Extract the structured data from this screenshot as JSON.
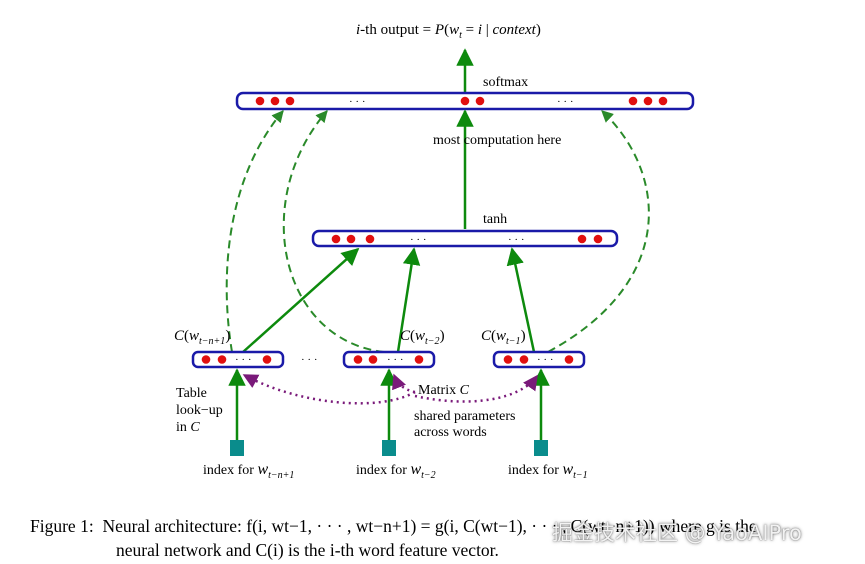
{
  "title": {
    "prefix_italic": "i",
    "prefix_rest": "-th output = ",
    "P": "P",
    "w": "w",
    "t_sub": "t",
    "eq": " = ",
    "i": "i",
    "bar": " | ",
    "context": "context"
  },
  "layers": {
    "softmax": "softmax",
    "tanh": "tanh",
    "most_computation": "most computation here",
    "ellipsis": "· · ·"
  },
  "embeddings": {
    "C": "C",
    "w": "w",
    "left_sub": "t−n+1",
    "mid_sub": "t−2",
    "right_sub": "t−1",
    "between": "· · ·"
  },
  "annotations": {
    "table_line1": "Table",
    "table_line2": "look−up",
    "table_line3_prefix": "in ",
    "table_C": "C",
    "matrix_prefix": "Matrix ",
    "matrix_C": "C",
    "shared_line1": "shared parameters",
    "shared_line2": "across words"
  },
  "inputs": {
    "prefix": "index for ",
    "w": "w",
    "left_sub": "t−n+1",
    "mid_sub": "t−2",
    "right_sub": "t−1"
  },
  "caption": {
    "label": "Figure 1:",
    "line1": "Neural architecture: f(i, wt−1, · · · , wt−n+1) = g(i, C(wt−1), · · · , C(wt−n+1)) where g is the",
    "line2": "neural network and C(i) is the i-th word feature vector."
  },
  "watermark": "掘金技术社区 @ YaoAIPro",
  "colors": {
    "box_border": "#1a1aa8",
    "unit": "#e10f0f",
    "arrow": "#0d8a0d",
    "dashed": "#2a8a2a",
    "dotted": "#7a1a7a",
    "input_square": "#0a8c8c"
  }
}
